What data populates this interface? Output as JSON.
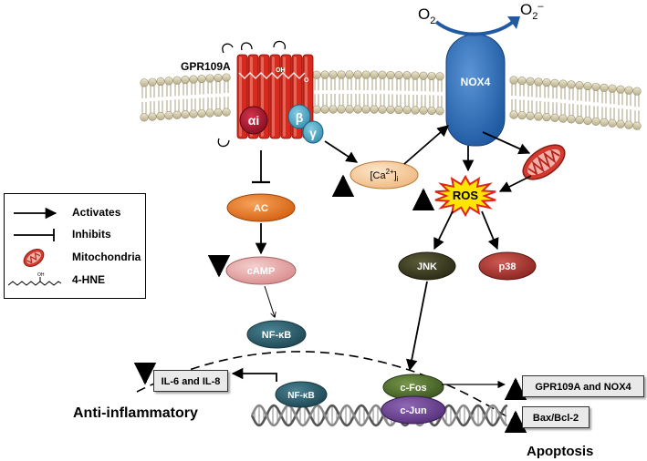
{
  "colors": {
    "receptor": "#d9281c",
    "alpha_i": "#a5112a",
    "beta_gamma": "#4ea9c9",
    "nox4": "#2f6fb6",
    "ac": "#e8751a",
    "camp": "#e7a8a8",
    "nfkb": "#2c5d6a",
    "calcium": "#f6d2a8",
    "jnk": "#3b3b22",
    "p38": "#a8302b",
    "cfos": "#4c6b2a",
    "cjun": "#6a3f8c",
    "ros_burst": "#ffe600",
    "membrane": "#c9c1a4"
  },
  "labels": {
    "gpr109a": "GPR109A",
    "oh": "OH",
    "o": "O",
    "alpha_i": "αi",
    "beta": "β",
    "gamma": "γ",
    "nox4": "NOX4",
    "o2": "O",
    "o2_sub": "2",
    "superoxide": "O",
    "superoxide_sub": "2",
    "superoxide_sup": "–",
    "calcium_base": "[Ca",
    "calcium_sup": "2+",
    "calcium_close": "]",
    "calcium_sub": "i",
    "ac": "AC",
    "camp": "cAMP",
    "nfkb_cytosol": "NF-κB",
    "nfkb_nucleus": "NF-κB",
    "ros": "ROS",
    "jnk": "JNK",
    "p38": "p38",
    "cfos": "c-Fos",
    "cjun": "c-Jun",
    "il6_il8": "IL-6 and IL-8",
    "gpr_nox_out": "GPR109A and NOX4",
    "bax_bcl2": "Bax/Bcl-2",
    "anti_inflammatory": "Anti-inflammatory",
    "apoptosis": "Apoptosis"
  },
  "legend": {
    "activates": "Activates",
    "inhibits": "Inhibits",
    "mitochondria": "Mitochondria",
    "hne": "4-HNE",
    "hne_oh": "OH"
  }
}
